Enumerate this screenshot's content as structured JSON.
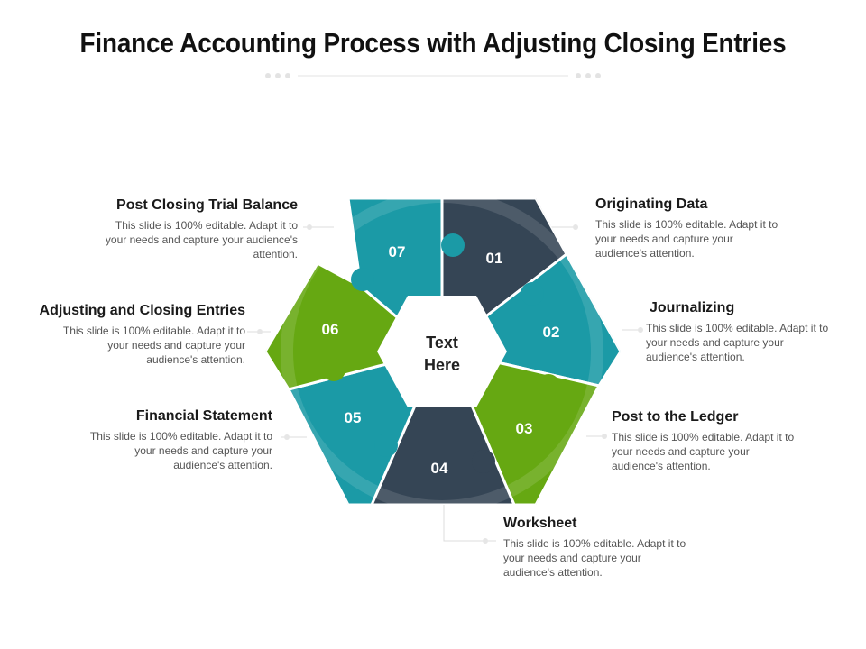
{
  "title": "Finance Accounting Process with Adjusting Closing Entries",
  "center": {
    "line1": "Text",
    "line2": "Here"
  },
  "colors": {
    "dark": "#354555",
    "teal": "#1b9aa6",
    "green": "#66a812",
    "connector": "#d8d8d8"
  },
  "pieces": [
    {
      "number": "01",
      "color": "dark"
    },
    {
      "number": "02",
      "color": "teal"
    },
    {
      "number": "03",
      "color": "green"
    },
    {
      "number": "04",
      "color": "dark"
    },
    {
      "number": "05",
      "color": "teal"
    },
    {
      "number": "06",
      "color": "green"
    },
    {
      "number": "07",
      "color": "teal"
    }
  ],
  "steps": [
    {
      "number": "01",
      "heading": "Originating Data",
      "text": "This slide is 100% editable. Adapt it to your needs and capture your audience's attention."
    },
    {
      "number": "02",
      "heading": "Journalizing",
      "text": "This slide is 100% editable. Adapt it to your needs and capture your audience's attention."
    },
    {
      "number": "03",
      "heading": "Post to the Ledger",
      "text": "This slide is 100% editable. Adapt it to your needs and capture your audience's attention."
    },
    {
      "number": "04",
      "heading": "Worksheet",
      "text": "This slide is 100% editable. Adapt it to your needs and capture your audience's attention."
    },
    {
      "number": "05",
      "heading": "Financial Statement",
      "text": "This slide is 100% editable. Adapt it to your needs and capture your audience's attention."
    },
    {
      "number": "06",
      "heading": "Adjusting and Closing Entries",
      "text": "This slide is 100% editable. Adapt it to your needs and capture your audience's attention."
    },
    {
      "number": "07",
      "heading": "Post Closing Trial Balance",
      "text": "This slide is 100% editable. Adapt it to your needs and capture your audience's attention."
    }
  ]
}
